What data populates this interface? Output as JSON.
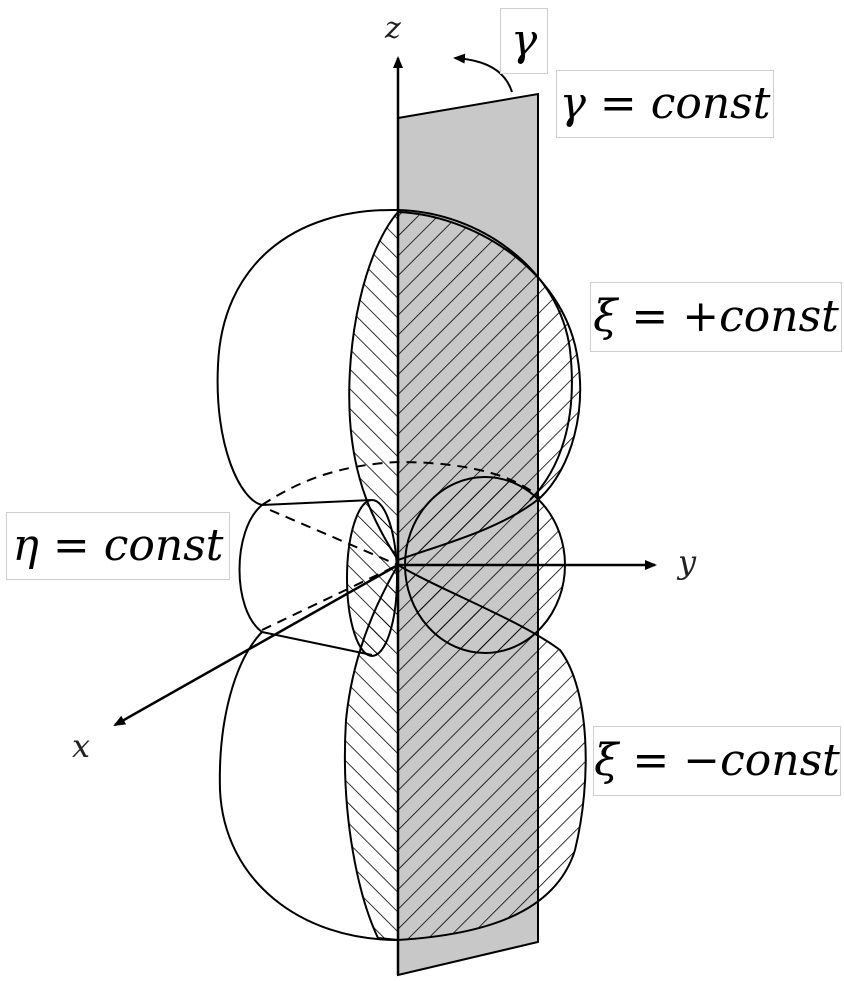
{
  "axes": {
    "z": "z",
    "y": "y",
    "x": "x"
  },
  "labels": {
    "gamma": "γ",
    "gamma_const": "γ = const",
    "xi_plus": "ξ = +const",
    "xi_minus": "ξ = −const",
    "eta_const": "η = const"
  },
  "colors": {
    "plane_fill": "#c8c8c8",
    "stroke": "#000000",
    "hatch": "#000000"
  }
}
